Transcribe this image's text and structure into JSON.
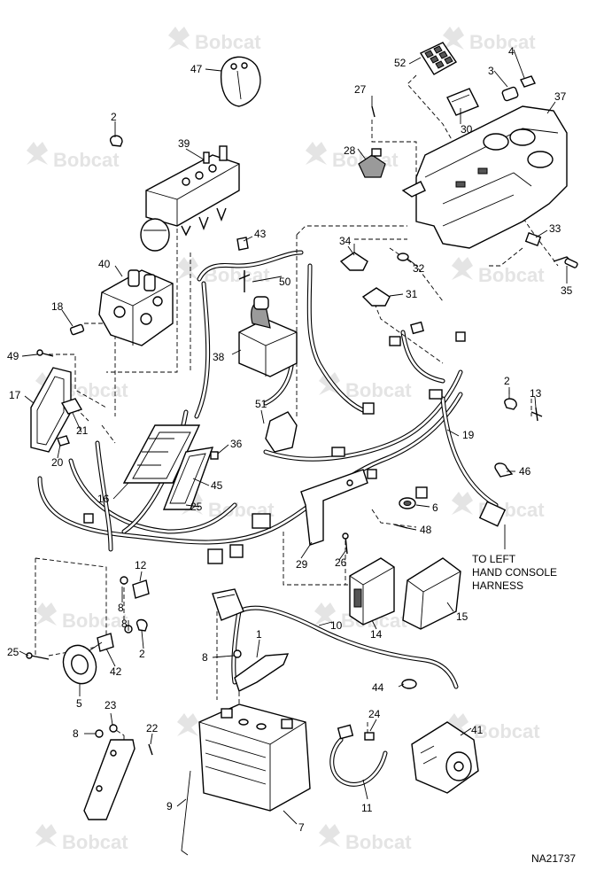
{
  "brand": {
    "watermark": "Bobcat"
  },
  "figure_id": "NA21737",
  "note": {
    "line1": "TO LEFT",
    "line2": "HAND CONSOLE",
    "line3": "HARNESS"
  },
  "callouts": [
    "47",
    "52",
    "4",
    "3",
    "2",
    "27",
    "37",
    "30",
    "39",
    "28",
    "43",
    "34",
    "33",
    "40",
    "32",
    "35",
    "50",
    "31",
    "18",
    "38",
    "49",
    "17",
    "2",
    "13",
    "51",
    "21",
    "19",
    "36",
    "20",
    "46",
    "16",
    "45",
    "25",
    "6",
    "48",
    "29",
    "26",
    "12",
    "8",
    "15",
    "8",
    "14",
    "10",
    "25",
    "2",
    "42",
    "1",
    "8",
    "44",
    "5",
    "23",
    "24",
    "41",
    "8",
    "22",
    "11",
    "9",
    "7"
  ]
}
